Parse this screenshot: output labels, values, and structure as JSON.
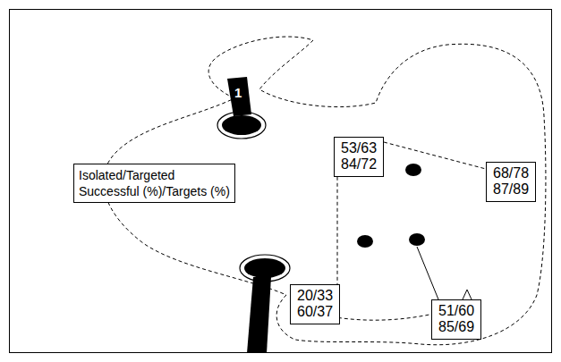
{
  "diagram": {
    "nodes": [
      {
        "text": [
          "Isolated/Targeted",
          "Successful (%)/Targets (%)"
        ]
      },
      {
        "text": [
          "53/63",
          "84/72"
        ]
      },
      {
        "text": [
          "68/78",
          "87/89"
        ]
      },
      {
        "text": [
          "20/33",
          "60/37"
        ]
      },
      {
        "text": [
          "51/60",
          "85/69"
        ]
      }
    ],
    "labels": [
      "1"
    ]
  }
}
